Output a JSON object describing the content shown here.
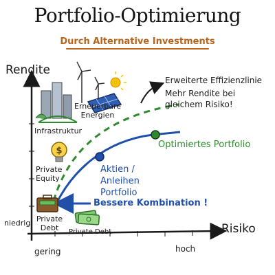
{
  "title": "Portfolio-Optimierung",
  "subtitle": "Durch Alternative Investments",
  "axes": {
    "y_label": "Rendite",
    "x_label": "Risiko",
    "y_low": "niedrig",
    "x_low": "gering",
    "x_high": "hoch"
  },
  "assets": {
    "renewable": "Erneuerbare Energien",
    "infrastructure": "Infrastruktur",
    "private_equity": "Private Equity",
    "private_debt_left": "Private Debt",
    "private_debt_bottom": "Private Debt"
  },
  "annotations": {
    "extended_frontier": "Erweiterte Effizienzlinie",
    "more_return": "Mehr Rendite bei gleichem Risiko!",
    "optimized": "Optimiertes Portfolio",
    "stock_bond": "Aktien / Anleihen Portfolio",
    "better_combo": "Bessere Kombination !"
  },
  "colors": {
    "blue": "#1f4fa8",
    "green": "#2e8a2e",
    "accent": "#b9641a"
  }
}
